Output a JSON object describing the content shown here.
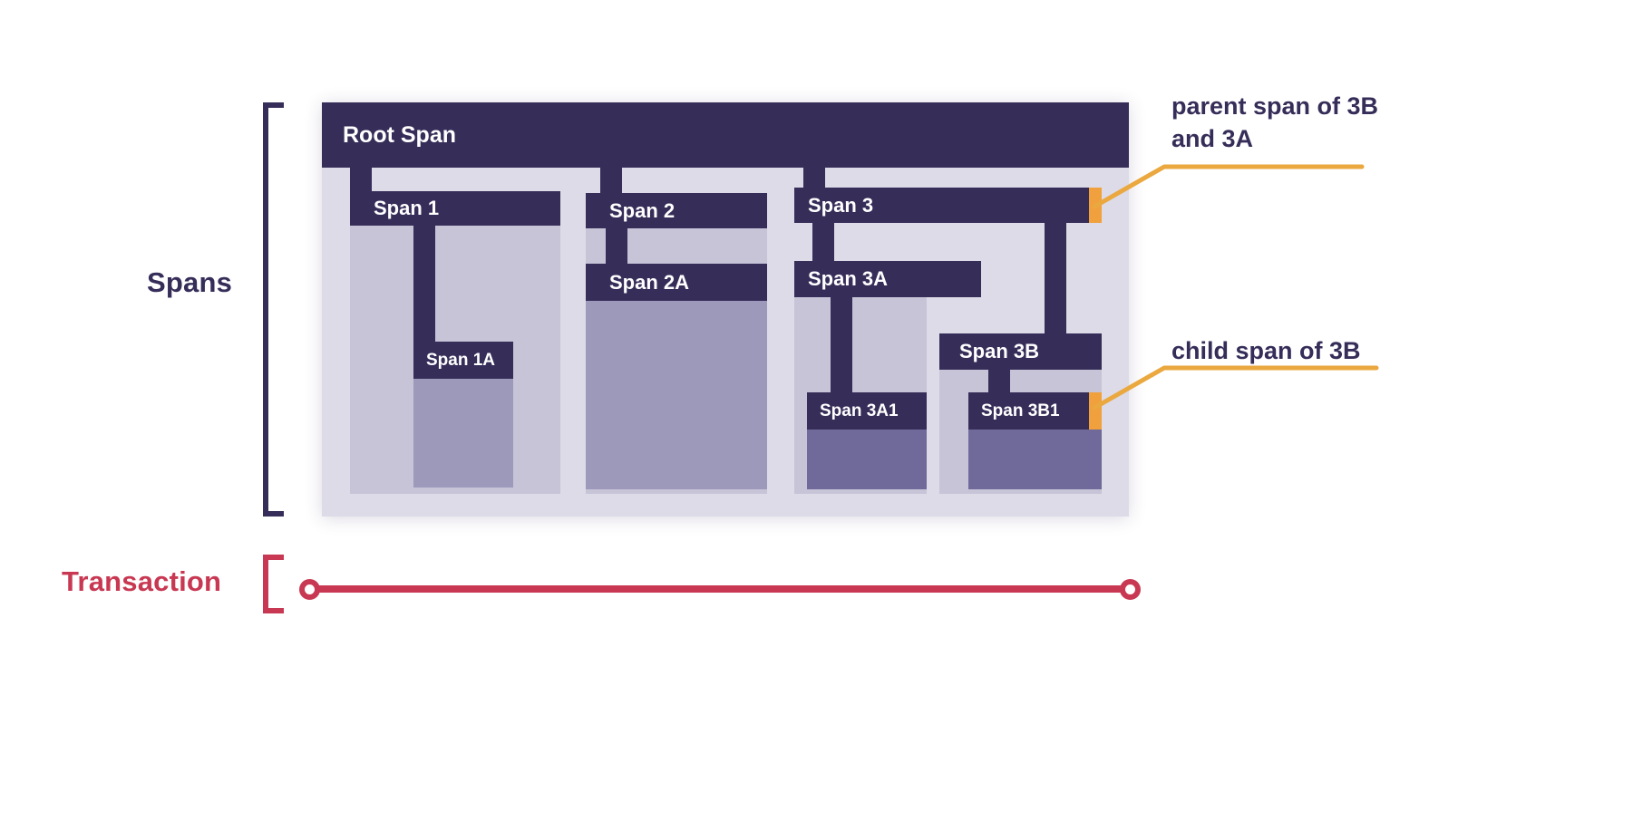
{
  "labels": {
    "spans_group": "Spans",
    "transaction_group": "Transaction"
  },
  "span_tree": {
    "label": "Root Span",
    "children": [
      {
        "label": "Span 1",
        "children": [
          {
            "label": "Span 1A",
            "children": []
          }
        ]
      },
      {
        "label": "Span 2",
        "children": [
          {
            "label": "Span 2A",
            "children": []
          }
        ]
      },
      {
        "label": "Span 3",
        "children": [
          {
            "label": "Span 3A",
            "children": [
              {
                "label": "Span 3A1",
                "children": []
              }
            ]
          },
          {
            "label": "Span 3B",
            "children": [
              {
                "label": "Span 3B1",
                "children": []
              }
            ]
          }
        ]
      }
    ]
  },
  "annotations": {
    "parent_span": "parent span of 3B and 3A",
    "child_span": "child span of 3B"
  },
  "colors": {
    "dark_purple": "#362d59",
    "panel_lavender": "#dcdbe7",
    "block_light": "#c7c4d8",
    "block_medium": "#9d99bb",
    "block_dark": "#6f6a99",
    "accent_orange": "#f0a13d",
    "callout_yellow": "#eaa83f",
    "transaction_red": "#c83852",
    "text_on_dark": "#ffffff"
  }
}
